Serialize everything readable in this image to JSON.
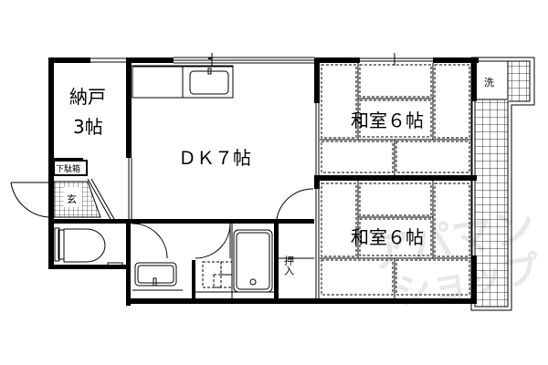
{
  "floor_plan": {
    "rooms": [
      {
        "id": "storage",
        "name": "納戸",
        "size": "3帖"
      },
      {
        "id": "dk",
        "name": "ＤＫ７帖"
      },
      {
        "id": "washitsu_north",
        "name": "和室６帖"
      },
      {
        "id": "washitsu_south",
        "name": "和室６帖"
      },
      {
        "id": "entrance",
        "name": "玄"
      },
      {
        "id": "shoe_box",
        "name": "下駄箱"
      },
      {
        "id": "closet",
        "name": "押入"
      },
      {
        "id": "laundry",
        "name": "洗"
      }
    ],
    "watermark": {
      "line1": "アパマン",
      "line2": "ショップ"
    },
    "colors": {
      "wall": "#000000",
      "background": "#ffffff",
      "watermark": "#e8e8e8"
    }
  }
}
